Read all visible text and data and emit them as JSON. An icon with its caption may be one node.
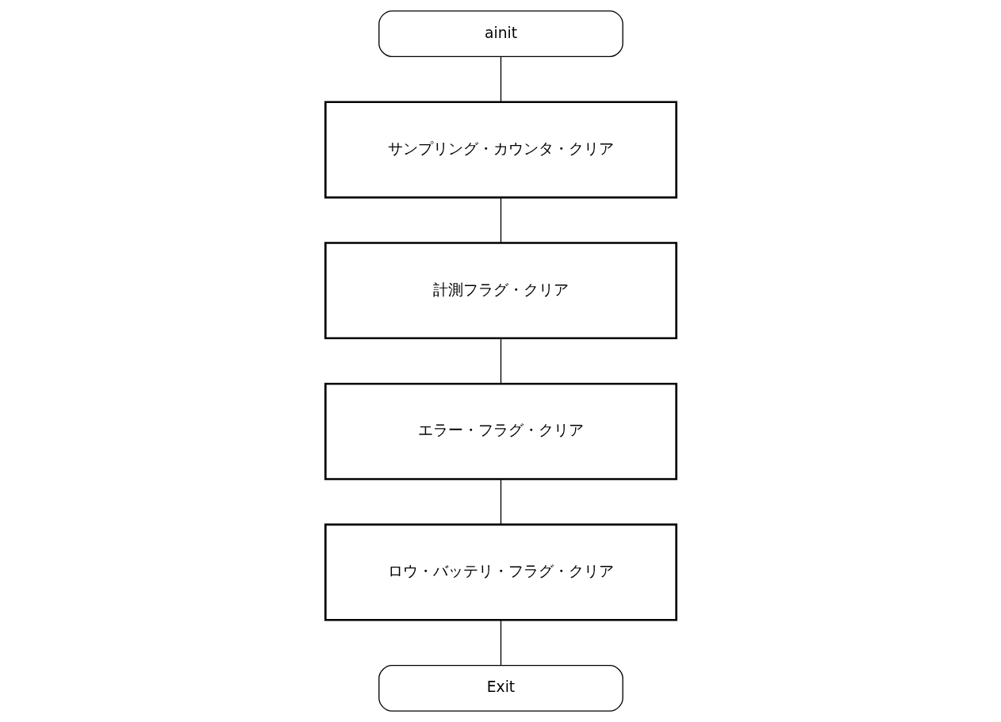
{
  "diagram": {
    "nodes": [
      {
        "text": [
          "ainit"
        ]
      },
      {
        "text": [
          "サンプリング・カウンタ・クリア"
        ]
      },
      {
        "text": [
          "計測フラグ・クリア"
        ]
      },
      {
        "text": [
          "エラー・フラグ・クリア"
        ]
      },
      {
        "text": [
          "ロウ・バッテリ・フラグ・クリア"
        ]
      },
      {
        "text": [
          "Exit"
        ]
      }
    ],
    "edges": [
      {
        "from": 0,
        "to": 1,
        "arrow": "none"
      },
      {
        "from": 1,
        "to": 2,
        "arrow": "none"
      },
      {
        "from": 2,
        "to": 3,
        "arrow": "none"
      },
      {
        "from": 3,
        "to": 4,
        "arrow": "none"
      },
      {
        "from": 4,
        "to": 5,
        "arrow": "none"
      }
    ]
  }
}
